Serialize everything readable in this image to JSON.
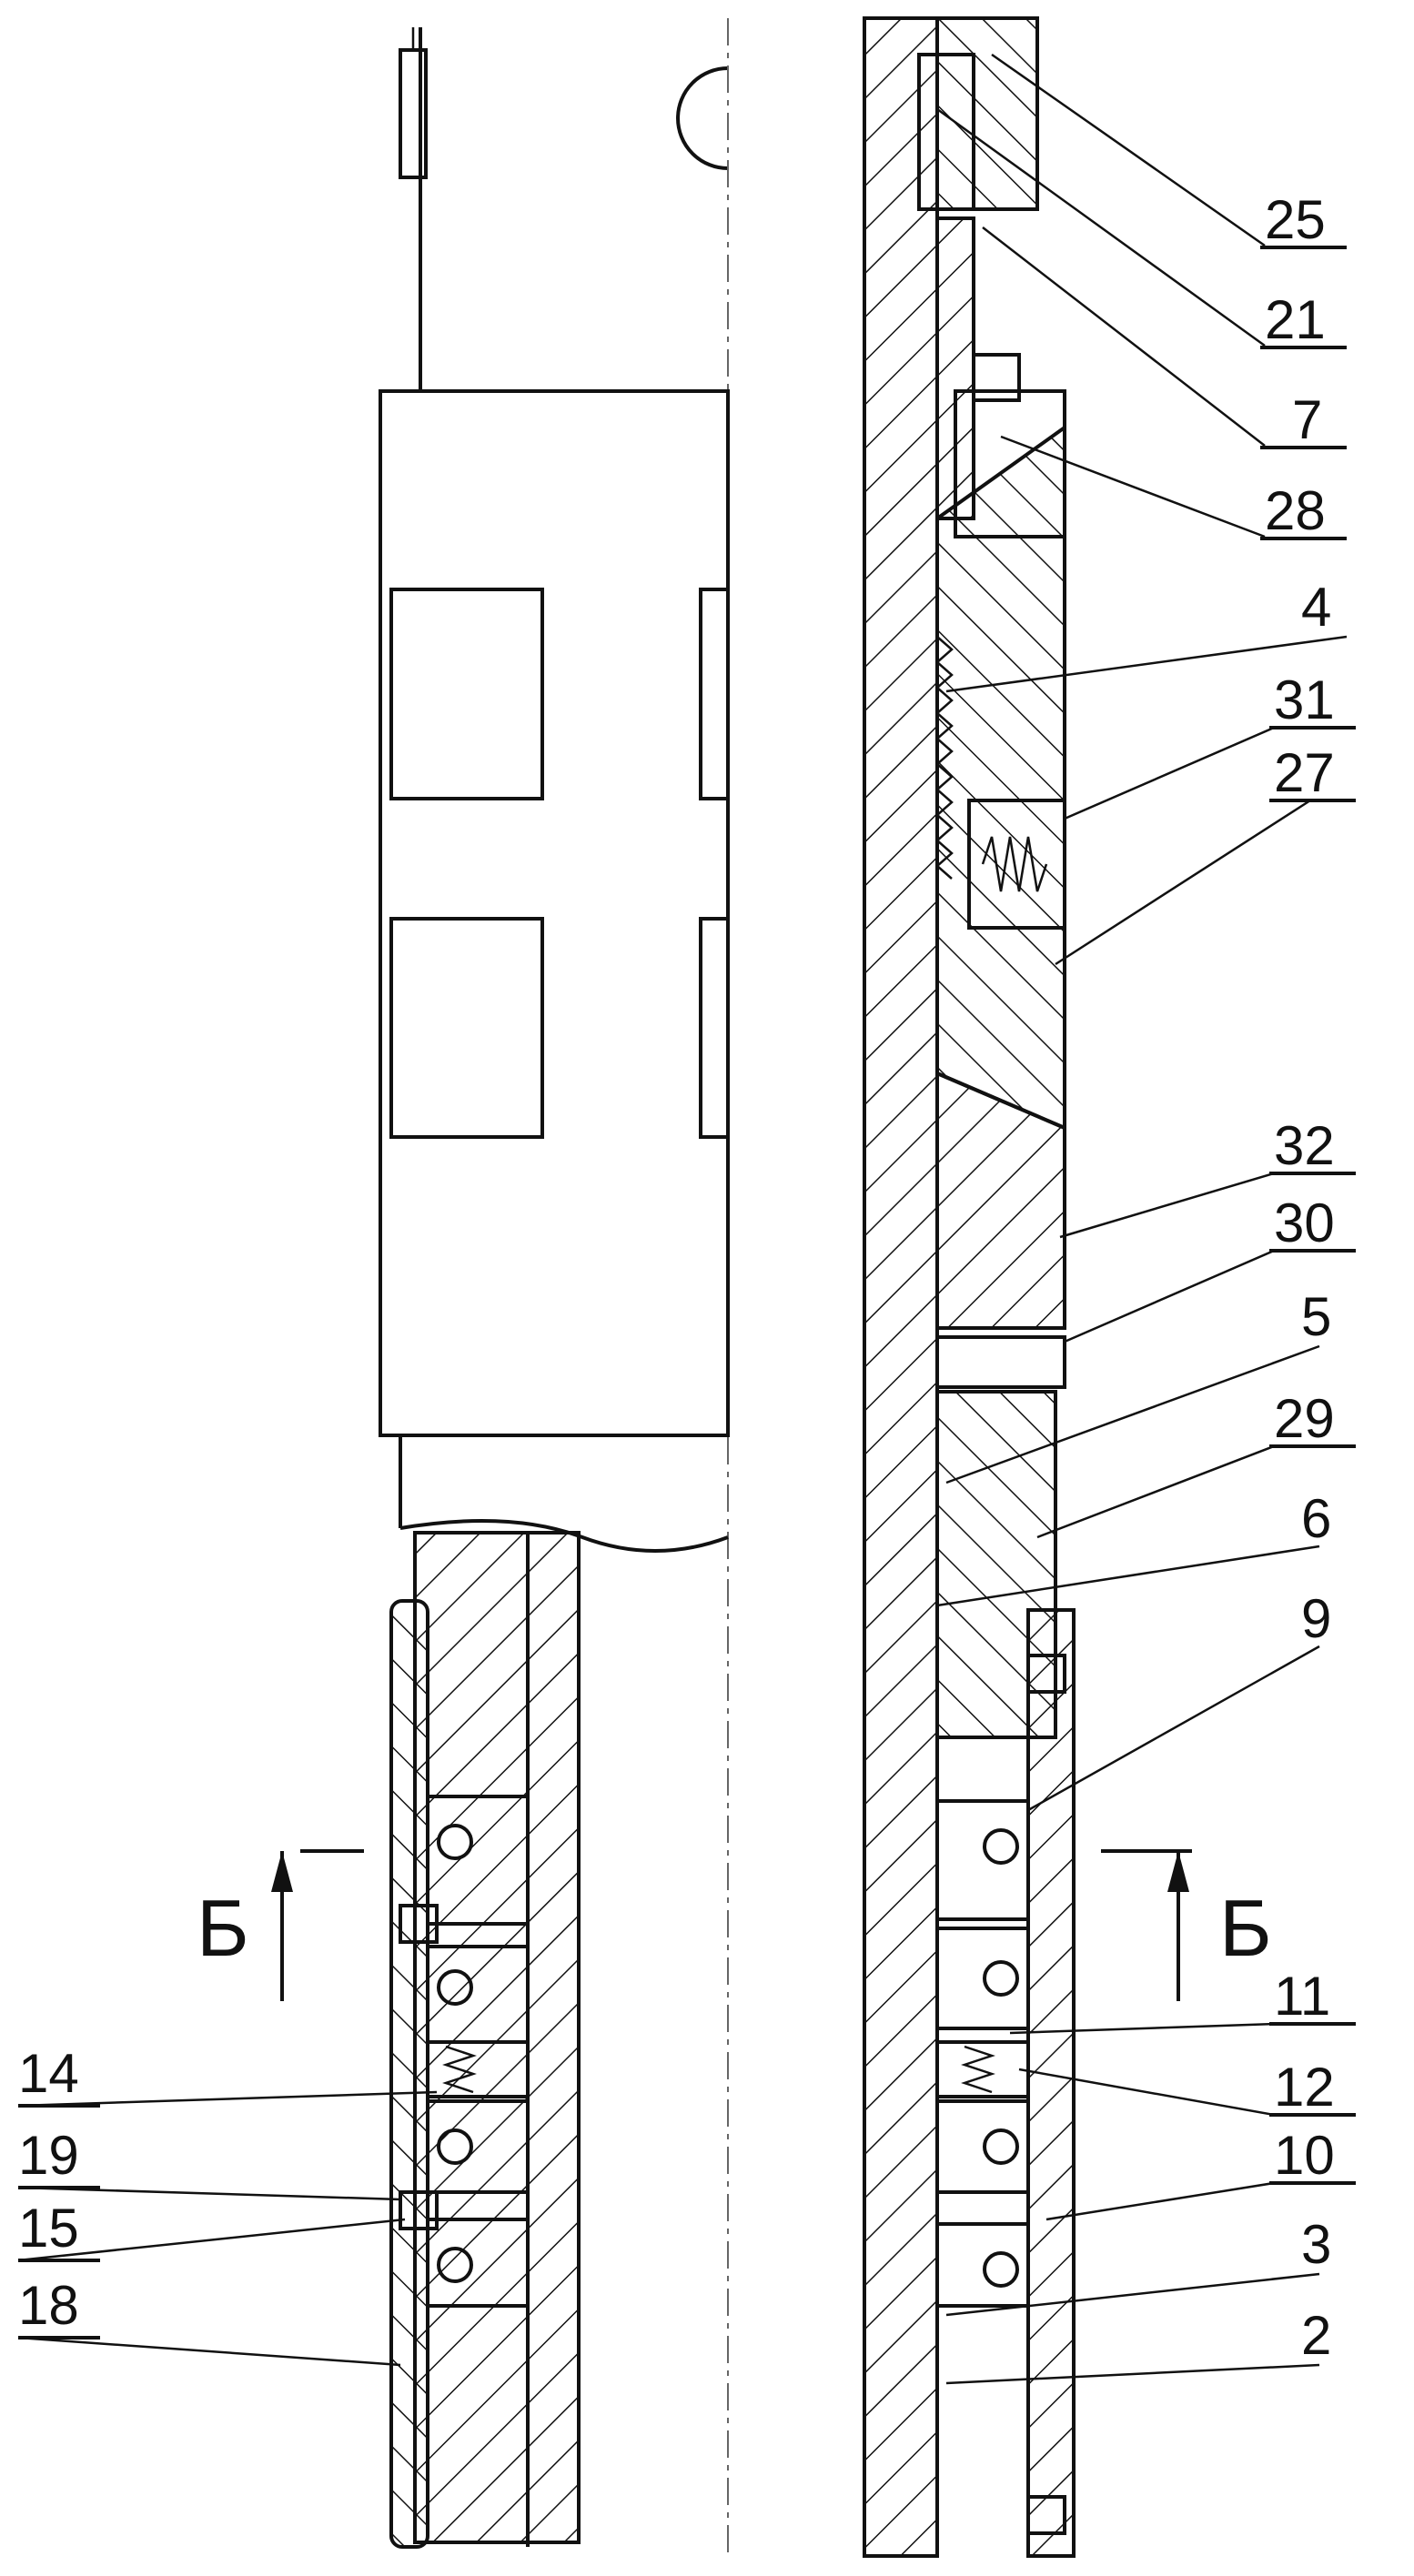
{
  "drawing": {
    "section_labels": {
      "left": "Б",
      "right": "Б"
    },
    "refs_right": [
      "25",
      "21",
      "7",
      "28",
      "4",
      "31",
      "27",
      "32",
      "30",
      "5",
      "29",
      "6",
      "9",
      "11",
      "12",
      "10",
      "3",
      "2"
    ],
    "refs_left": [
      "14",
      "19",
      "15",
      "18"
    ]
  }
}
